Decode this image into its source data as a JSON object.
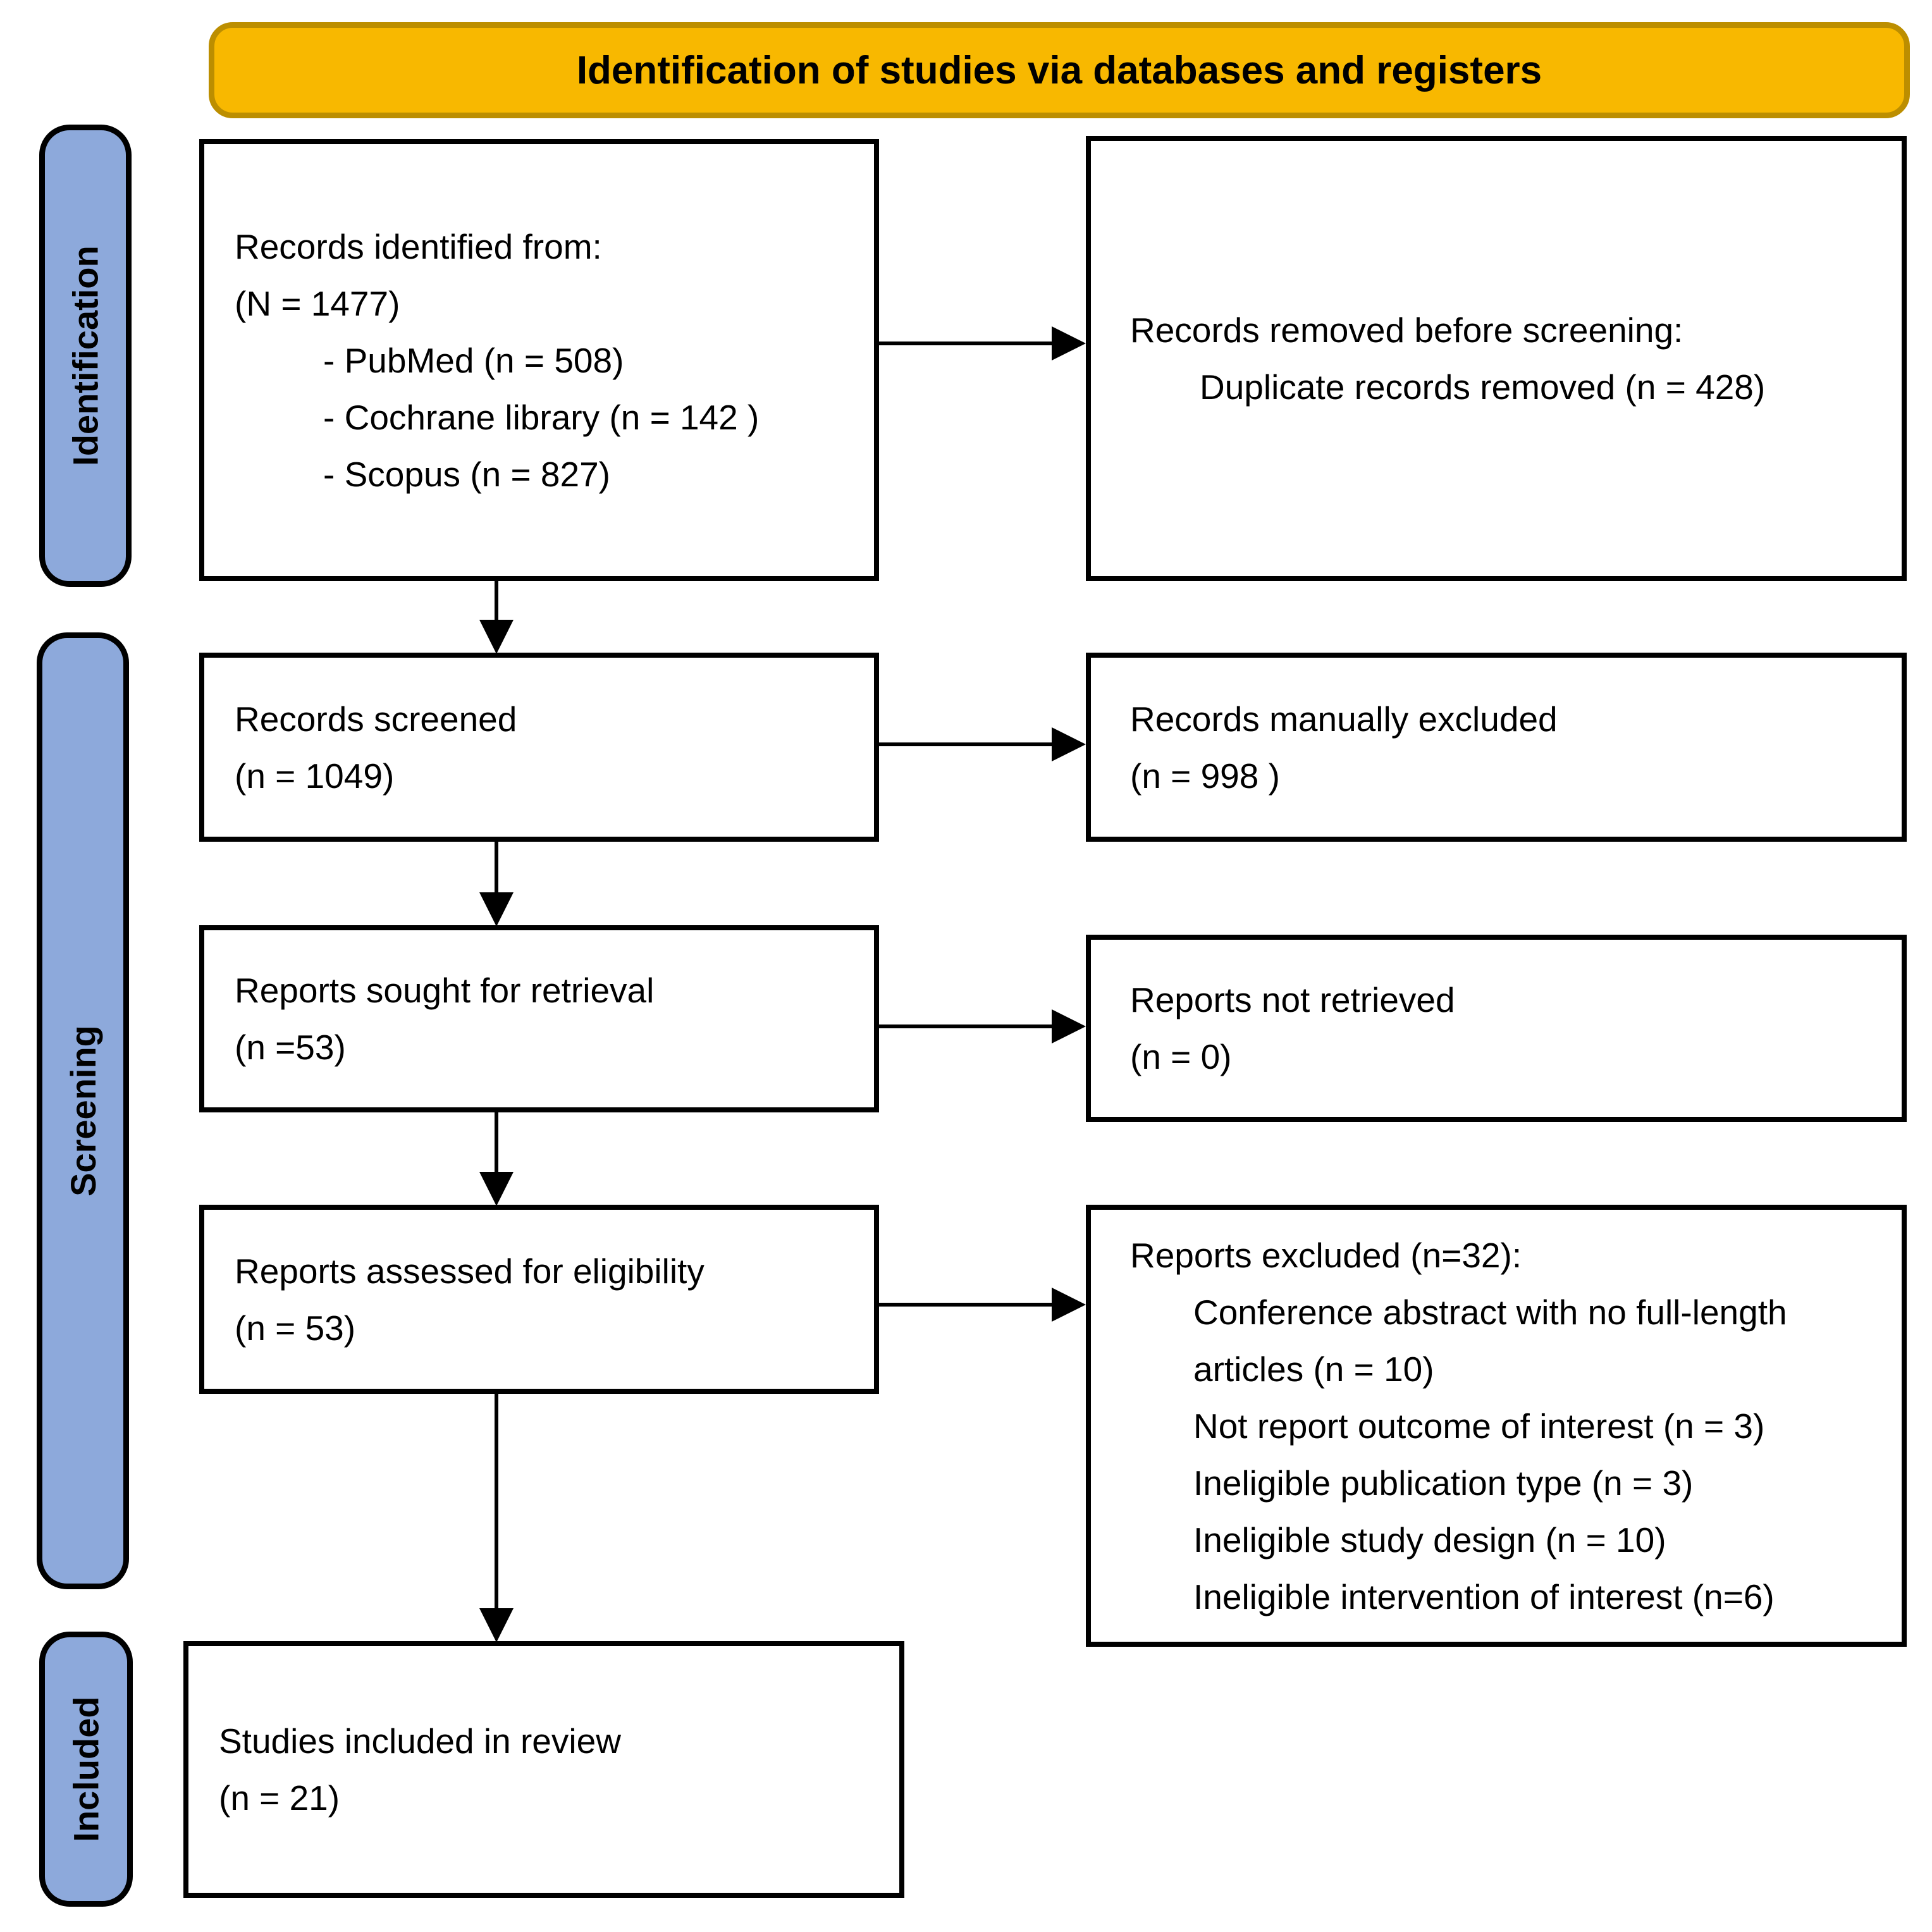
{
  "theme": {
    "background": "#ffffff",
    "banner_fill": "#F8B800",
    "banner_border": "#BC8E00",
    "stage_fill": "#8DA9DB",
    "stage_border": "#000000",
    "box_border": "#000000",
    "text_color": "#000000"
  },
  "banner": {
    "title": "Identification of studies via databases and registers"
  },
  "stages": {
    "identification": "Identification",
    "screening": "Screening",
    "included": "Included"
  },
  "boxes": {
    "records_identified": {
      "line1": "Records identified from:",
      "line2": "(N = 1477)",
      "sources": [
        "- PubMed (n = 508)",
        "- Cochrane library (n = 142 )",
        "- Scopus (n = 827)"
      ]
    },
    "records_removed": {
      "line1": "Records removed before screening:",
      "detail": "Duplicate records removed (n = 428)"
    },
    "records_screened": {
      "line1": "Records screened",
      "line2": "(n = 1049)"
    },
    "records_manually_excluded": {
      "line1": "Records manually excluded",
      "line2": "(n = 998 )"
    },
    "reports_sought": {
      "line1": "Reports sought for retrieval",
      "line2": "(n =53)"
    },
    "reports_not_retrieved": {
      "line1": "Reports not retrieved",
      "line2": "(n = 0)"
    },
    "reports_assessed": {
      "line1": "Reports assessed for eligibility",
      "line2": "(n = 53)"
    },
    "reports_excluded": {
      "title": "Reports excluded (n=32):",
      "reasons": [
        "Conference abstract with no full-length articles (n = 10)",
        "Not report outcome of interest (n = 3)",
        "Ineligible publication type (n = 3)",
        "Ineligible study design (n = 10)",
        "Ineligible intervention of interest (n=6)"
      ]
    },
    "studies_included": {
      "line1": "Studies included in review",
      "line2": "(n = 21)"
    }
  }
}
